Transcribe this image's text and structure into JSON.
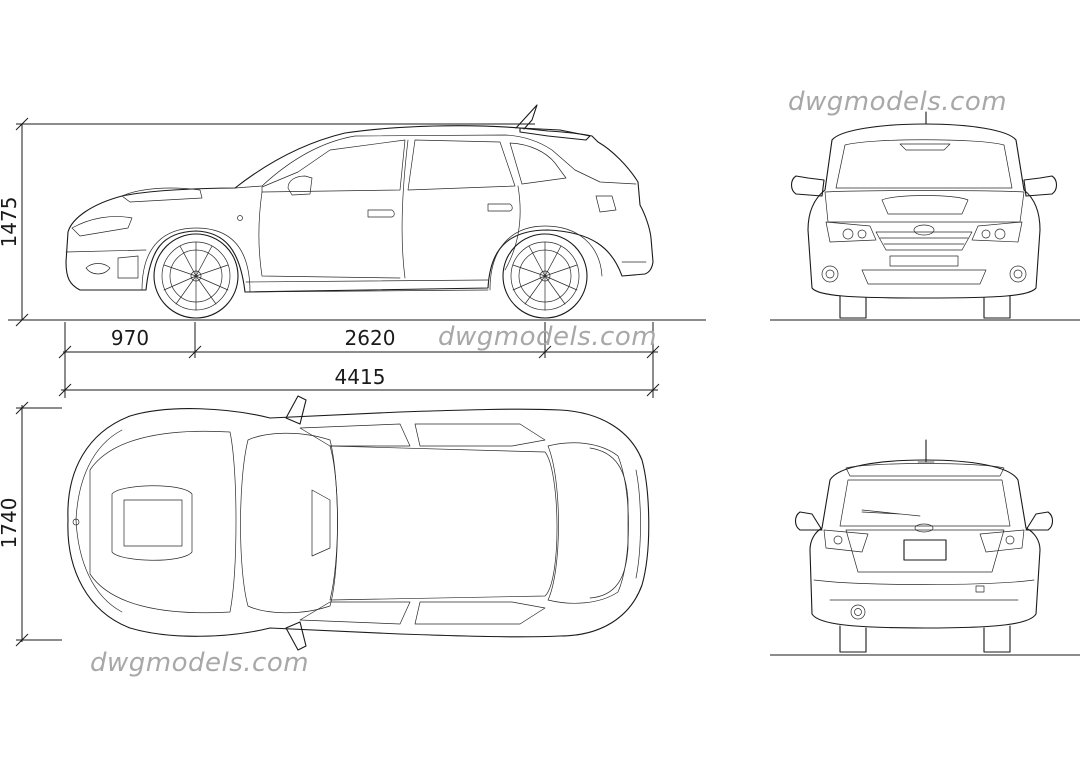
{
  "watermark": "dwgmodels.com",
  "dimensions": {
    "height": "1475",
    "front_overhang": "970",
    "wheelbase": "2620",
    "length": "4415",
    "width": "1740"
  },
  "views": {
    "side": "side-view",
    "top": "top-view",
    "front": "front-view",
    "rear": "rear-view"
  }
}
